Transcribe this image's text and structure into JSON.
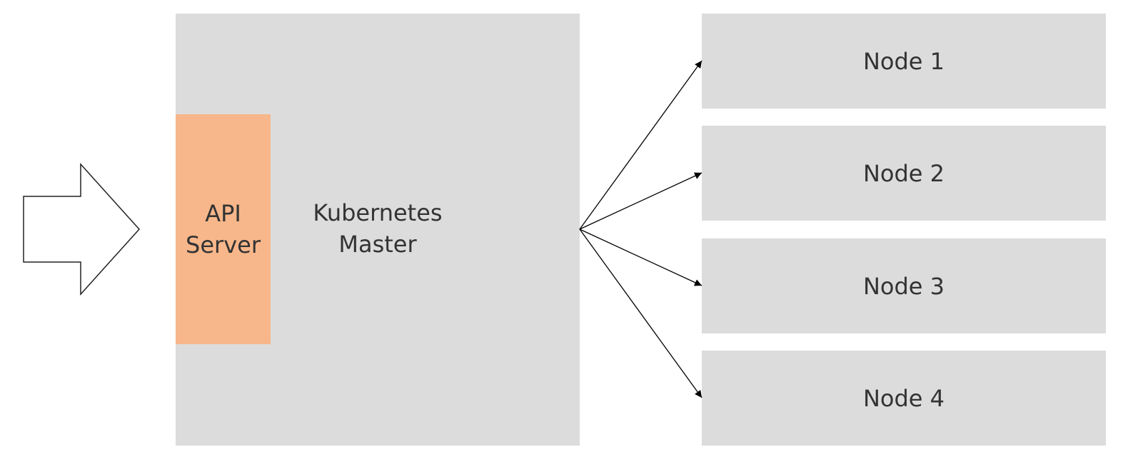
{
  "diagram": {
    "master": {
      "label_line1": "Kubernetes",
      "label_line2": "Master",
      "fill": "#dcdcdc"
    },
    "api_server": {
      "label_line1": "API",
      "label_line2": "Server",
      "fill": "#f7b78a"
    },
    "nodes": [
      {
        "label": "Node 1"
      },
      {
        "label": "Node 2"
      },
      {
        "label": "Node 3"
      },
      {
        "label": "Node 4"
      }
    ],
    "incoming_arrow_icon": "block-arrow-right-icon",
    "connector_color": "#000000",
    "text_color": "#333333"
  }
}
